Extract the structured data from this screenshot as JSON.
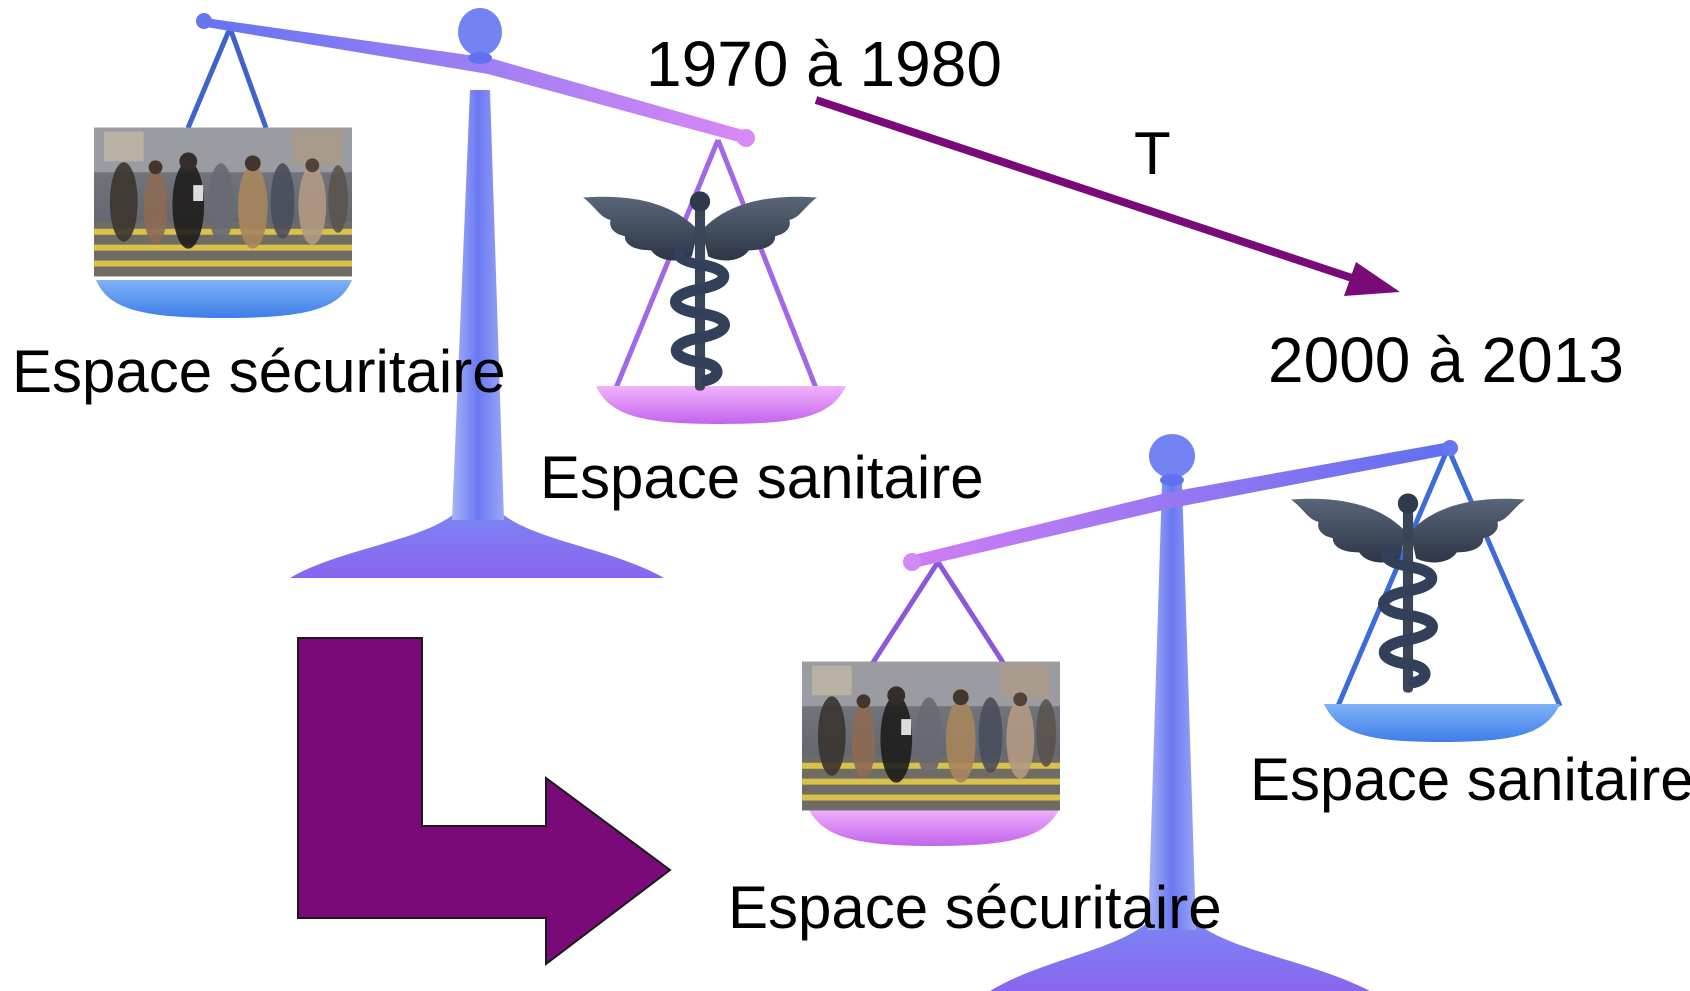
{
  "periods": {
    "start": "1970 à 1980",
    "end": "2000 à 2013",
    "time_symbol": "T"
  },
  "left_scale": {
    "pan_left_label": "Espace sécuritaire",
    "pan_right_label": "Espace sanitaire"
  },
  "right_scale": {
    "pan_left_label": "Espace sécuritaire",
    "pan_right_label": "Espace sanitaire"
  },
  "icons": [
    "crowd-photo",
    "caduceus-icon",
    "balance-scale",
    "bent-arrow",
    "time-arrow"
  ],
  "colors": {
    "arrow": "#7a0a78",
    "scale_blue": "#5b6cf0",
    "scale_violet": "#c96ff0",
    "pan_blue": "#4a8ff0",
    "pan_violet": "#d57cf3",
    "caduceus": "#3d4a5e",
    "text": "#000000"
  }
}
